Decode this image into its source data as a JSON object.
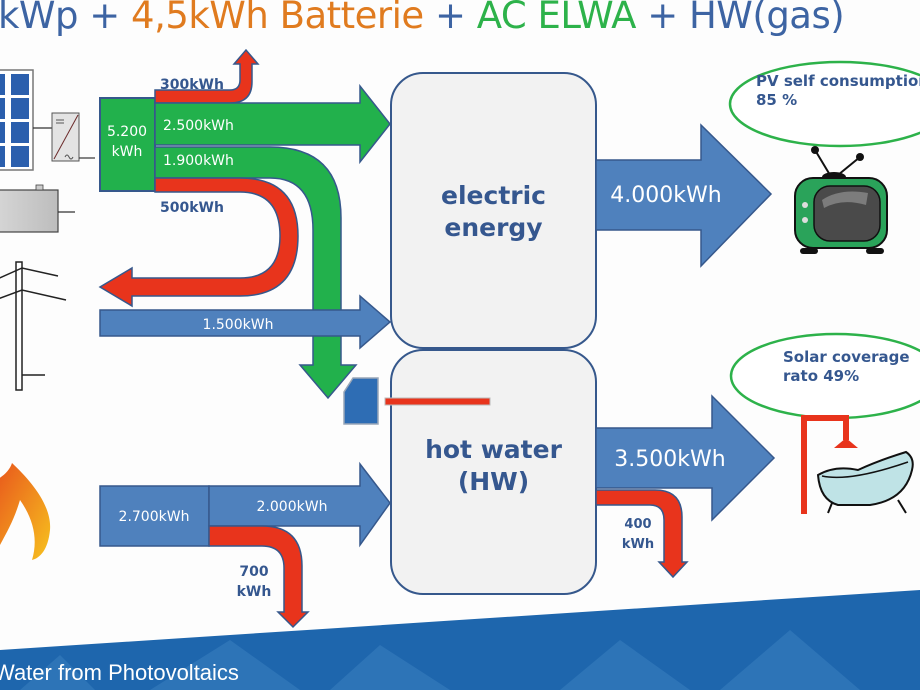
{
  "title": {
    "parts": [
      {
        "text": "kWp + ",
        "color": "#3d64a3"
      },
      {
        "text": "4,5kWh Batterie",
        "color": "#e07b1f"
      },
      {
        "text": " + ",
        "color": "#3d64a3"
      },
      {
        "text": "AC ELWA",
        "color": "#2db24a"
      },
      {
        "text": " + HW(gas)",
        "color": "#3d64a3"
      }
    ]
  },
  "colors": {
    "blue_arrow": "#4f81bd",
    "blue_stroke": "#36588c",
    "green_flow": "#22b14c",
    "red_flow": "#e8341c",
    "box_fill": "#f2f2f2",
    "bubble_stroke": "#2db24a",
    "footer": "#1e66ad"
  },
  "sources": {
    "pv_total": "5.200\nkWh",
    "pv_total_line1": "5.200",
    "pv_total_line2": "kWh",
    "pv_loss": "300kWh",
    "pv_to_electric": "2.500kWh",
    "pv_to_elwa": "1.900kWh",
    "pv_feed_in": "500kWh",
    "grid_import": "1.500kWh",
    "gas_total": "2.700kWh",
    "gas_to_hw": "2.000kWh",
    "gas_loss_line1": "700",
    "gas_loss_line2": "kWh"
  },
  "nodes": {
    "electric": {
      "line1": "electric",
      "line2": "energy"
    },
    "hot_water": {
      "line1": "hot water",
      "line2": "(HW)"
    }
  },
  "outputs": {
    "electric_out": "4.000kWh",
    "hw_out": "3.500kWh",
    "hw_loss_line1": "400",
    "hw_loss_line2": "kWh"
  },
  "bubbles": {
    "self_consumption": {
      "line1": "PV self consumption",
      "line2": "85 %"
    },
    "solar_coverage": {
      "line1": "Solar coverage",
      "line2": "rato 49%"
    }
  },
  "icons": [
    "solar-panel-icon",
    "inverter-icon",
    "battery-icon",
    "power-pylon-icon",
    "flame-icon",
    "tv-icon",
    "bathtub-shower-icon",
    "heating-element-icon"
  ],
  "footer": {
    "text": "Water from Photovoltaics"
  }
}
